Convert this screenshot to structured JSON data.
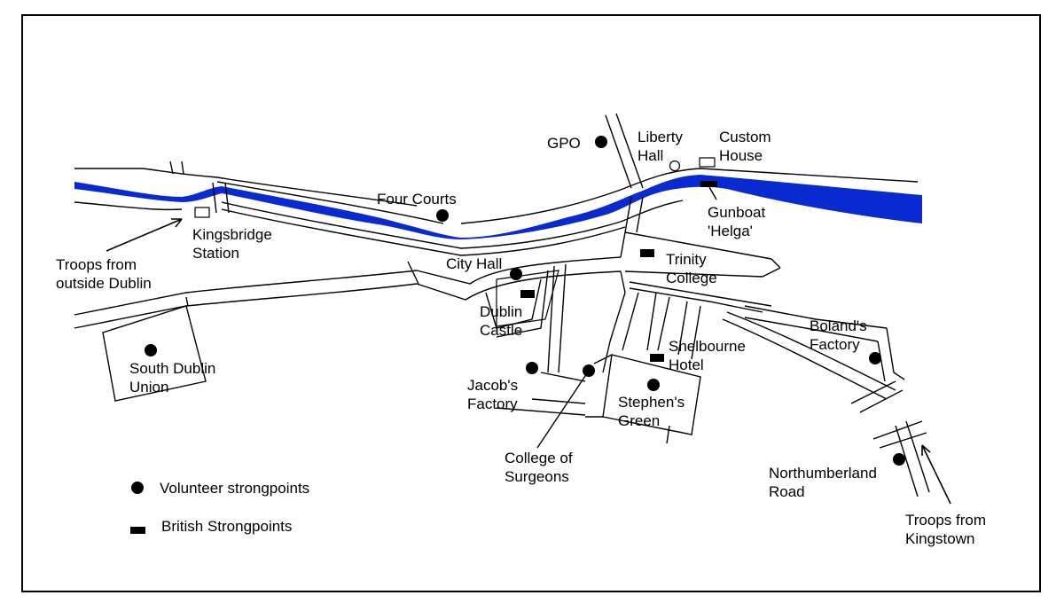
{
  "map": {
    "colors": {
      "river": "#0a2ad1",
      "ink": "#000000",
      "background": "#ffffff"
    },
    "places": {
      "gpo": "GPO",
      "liberty_hall": [
        "Liberty",
        "Hall"
      ],
      "custom_house": [
        "Custom",
        "House"
      ],
      "four_courts": "Four Courts",
      "gunboat": [
        "Gunboat",
        "'Helga'"
      ],
      "kingsbridge": [
        "Kingsbridge",
        "Station"
      ],
      "troops_outside": [
        "Troops from",
        "outside Dublin"
      ],
      "city_hall": "City Hall",
      "trinity": [
        "Trinity",
        "College"
      ],
      "dublin_castle": [
        "Dublin",
        "Castle"
      ],
      "bolands": [
        "Boland's",
        "Factory"
      ],
      "shelbourne": [
        "Shelbourne",
        "Hotel"
      ],
      "south_dublin": [
        "South Dublin",
        "Union"
      ],
      "jacobs": [
        "Jacob's",
        "Factory"
      ],
      "stephens": [
        "Stephen's",
        "Green"
      ],
      "surgeons": [
        "College of",
        "Surgeons"
      ],
      "northumberland": [
        "Northumberland",
        "Road"
      ],
      "troops_kingstown": [
        "Troops from",
        "Kingstown"
      ]
    },
    "legend": {
      "volunteer": "Volunteer strongpoints",
      "british": "British Strongpoints"
    }
  }
}
